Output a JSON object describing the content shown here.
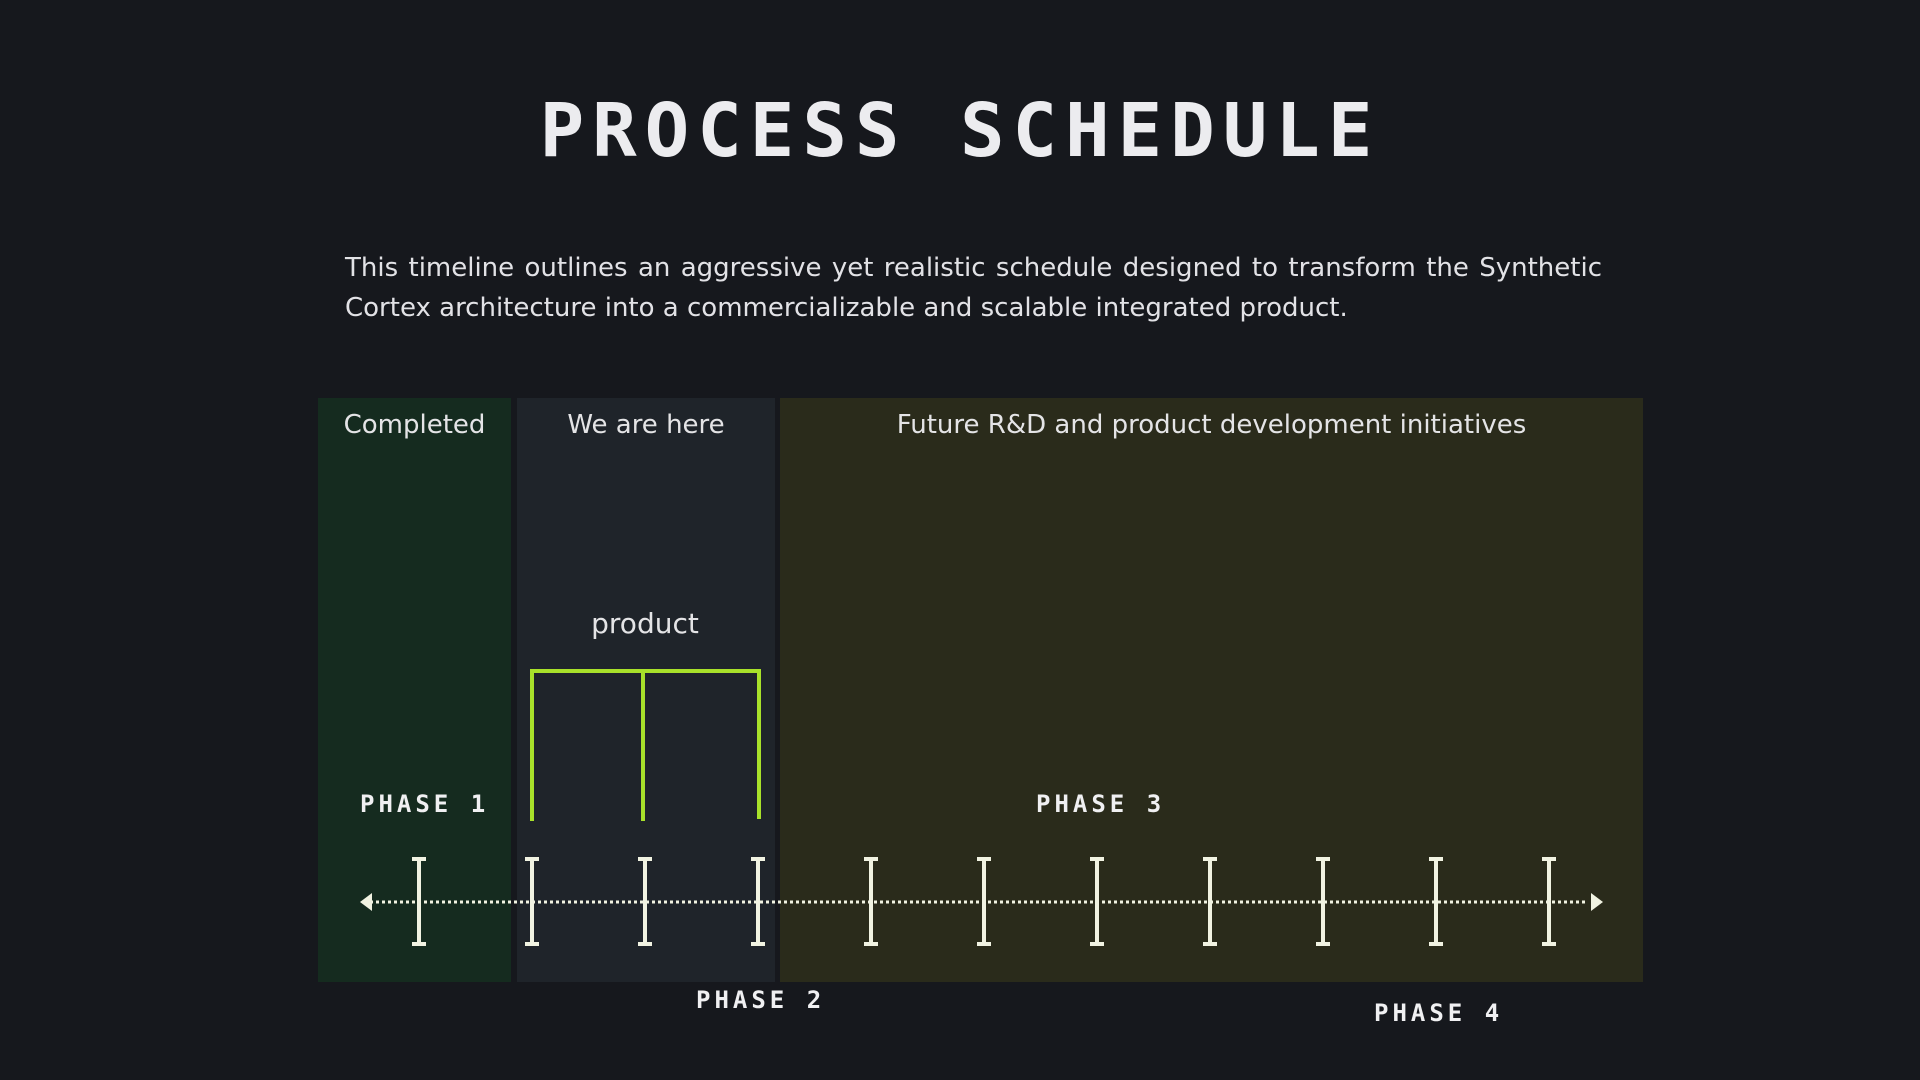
{
  "title": "PROCESS SCHEDULE",
  "intro": "This timeline outlines an aggressive yet realistic schedule designed to transform the Synthetic Cortex architecture into a commercializable and scalable integrated product.",
  "regions": {
    "completed": "Completed",
    "here": "We are here",
    "future": "Future R&D and product development initiatives"
  },
  "product_label": "product",
  "phases": [
    "PHASE 1",
    "PHASE 2",
    "PHASE 3",
    "PHASE 4"
  ],
  "timeline": {
    "tick_count": 11
  },
  "colors": {
    "background": "#16181d",
    "completed": "#152b1f",
    "current": "#1f242a",
    "future": "#2a2b1b",
    "bracket": "#a8e12a",
    "timeline": "#f1f3e2"
  }
}
